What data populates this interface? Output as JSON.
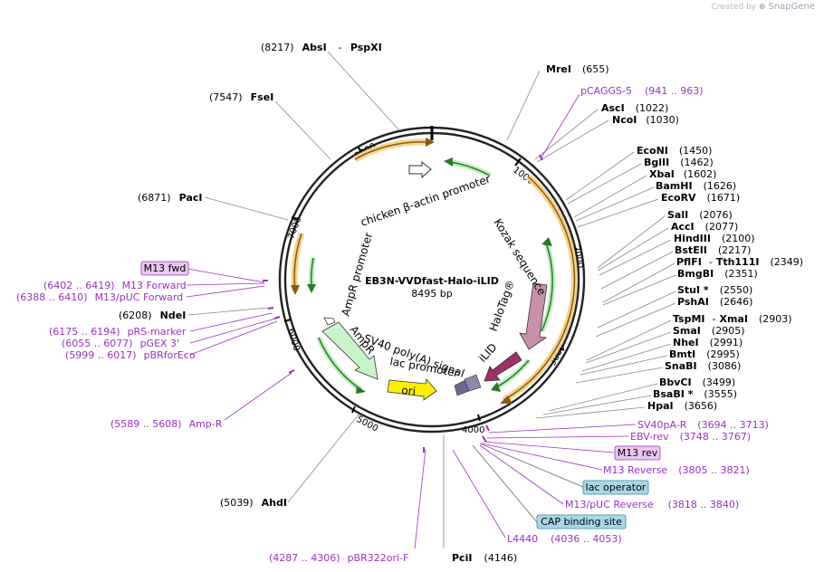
{
  "watermark": {
    "prefix": "Created by",
    "brand": "SnapGene"
  },
  "plasmid": {
    "name": "EB3N-VVDfast-Halo-iLID",
    "length": "8495 bp"
  },
  "ticks": [
    "1000",
    "2000",
    "3000",
    "4000",
    "5000",
    "6000",
    "7000",
    "8000"
  ],
  "features": {
    "chicken_actin": "chicken β-actin promoter",
    "kozak": "Kozak sequence",
    "halotag": "HaloTag®",
    "ilid": "iLID",
    "ampr_promoter": "AmpR promoter",
    "ampr": "AmpR",
    "sv40": "SV40 poly(A) signal",
    "lac_promoter": "lac promoter",
    "ori": "ori"
  },
  "enzymes": {
    "absi": {
      "num": "(8217)",
      "name": "AbsI",
      "sep": "-",
      "name2": "PspXI"
    },
    "fsei": {
      "num": "(7547)",
      "name": "FseI"
    },
    "paci": {
      "num": "(6871)",
      "name": "PacI"
    },
    "ndei": {
      "num": "(6208)",
      "name": "NdeI"
    },
    "ahdi": {
      "num": "(5039)",
      "name": "AhdI"
    },
    "pcii": {
      "name": "PciI",
      "num": "(4146)"
    },
    "krei": {
      "name": "MreI",
      "num": "(655)"
    },
    "asci": {
      "name": "AscI",
      "num": "(1022)"
    },
    "ncoi": {
      "name": "NcoI",
      "num": "(1030)"
    },
    "econi": {
      "name": "EcoNI",
      "num": "(1450)"
    },
    "bglii": {
      "name": "BglII",
      "num": "(1462)"
    },
    "xbai": {
      "name": "XbaI",
      "num": "(1602)"
    },
    "bamhi": {
      "name": "BamHI",
      "num": "(1626)"
    },
    "ecorv": {
      "name": "EcoRV",
      "num": "(1671)"
    },
    "sali": {
      "name": "SalI",
      "num": "(2076)"
    },
    "acci": {
      "name": "AccI",
      "num": "(2077)"
    },
    "hindiii": {
      "name": "HindIII",
      "num": "(2100)"
    },
    "bsteii": {
      "name": "BstEII",
      "num": "(2217)"
    },
    "pflfi": {
      "name": "PflFI",
      "sep": "-",
      "name2": "Tth111I",
      "num": "(2349)"
    },
    "bmgbi": {
      "name": "BmgBI",
      "num": "(2351)"
    },
    "stui": {
      "name": "StuI *",
      "num": "(2550)"
    },
    "pshai": {
      "name": "PshAI",
      "num": "(2646)"
    },
    "tspmi": {
      "name": "TspMI",
      "sep": "-",
      "name2": "XmaI",
      "num": "(2903)"
    },
    "smai": {
      "name": "SmaI",
      "num": "(2905)"
    },
    "nhei": {
      "name": "NheI",
      "num": "(2991)"
    },
    "bmti": {
      "name": "BmtI",
      "num": "(2995)"
    },
    "snabi": {
      "name": "SnaBI",
      "num": "(3086)"
    },
    "bbvci": {
      "name": "BbvCI",
      "num": "(3499)"
    },
    "bsabi": {
      "name": "BsaBI *",
      "num": "(3555)"
    },
    "hpai": {
      "name": "HpaI",
      "num": "(3656)"
    }
  },
  "primers": {
    "pcaggs5": {
      "name": "pCAGGS-5",
      "range": "(941 .. 963)"
    },
    "m13fwd_box": "M13 fwd",
    "m13forward": {
      "range": "(6402 .. 6419)",
      "name": "M13 Forward"
    },
    "m13puc_forward": {
      "range": "(6388 .. 6410)",
      "name": "M13/pUC Forward"
    },
    "prs_marker": {
      "range": "(6175 .. 6194)",
      "name": "pRS-marker"
    },
    "pgex3": {
      "range": "(6055 .. 6077)",
      "name": "pGEX 3'"
    },
    "pbrforeco": {
      "range": "(5999 .. 6017)",
      "name": "pBRforEco"
    },
    "ampr_primer": {
      "range": "(5589 .. 5608)",
      "name": "Amp-R"
    },
    "pbr322ori": {
      "range": "(4287 .. 4306)",
      "name": "pBR322ori-F"
    },
    "sv40pa": {
      "name": "SV40pA-R",
      "range": "(3694 .. 3713)"
    },
    "ebv_rev": {
      "name": "EBV-rev",
      "range": "(3748 .. 3767)"
    },
    "m13rev_box": "M13 rev",
    "m13reverse": {
      "name": "M13 Reverse",
      "range": "(3805 .. 3821)"
    },
    "lac_operator_box": "lac operator",
    "m13puc_reverse": {
      "name": "M13/pUC Reverse",
      "range": "(3818 .. 3840)"
    },
    "cap_box": "CAP binding site",
    "l4440": {
      "name": "L4440",
      "range": "(4036 .. 4053)"
    }
  },
  "colors": {
    "backbone": "#222222",
    "feature_orange": "#e8a030",
    "feature_green": "#2aa02a",
    "primer_purple": "#9b30c8",
    "halotag": "#c890aa",
    "ilid": "#a0306a",
    "ori": "#ffee00",
    "ampr": "#c8f5c8",
    "m13_box": "#e8c8f0",
    "lac_box": "#a8d8e8"
  }
}
